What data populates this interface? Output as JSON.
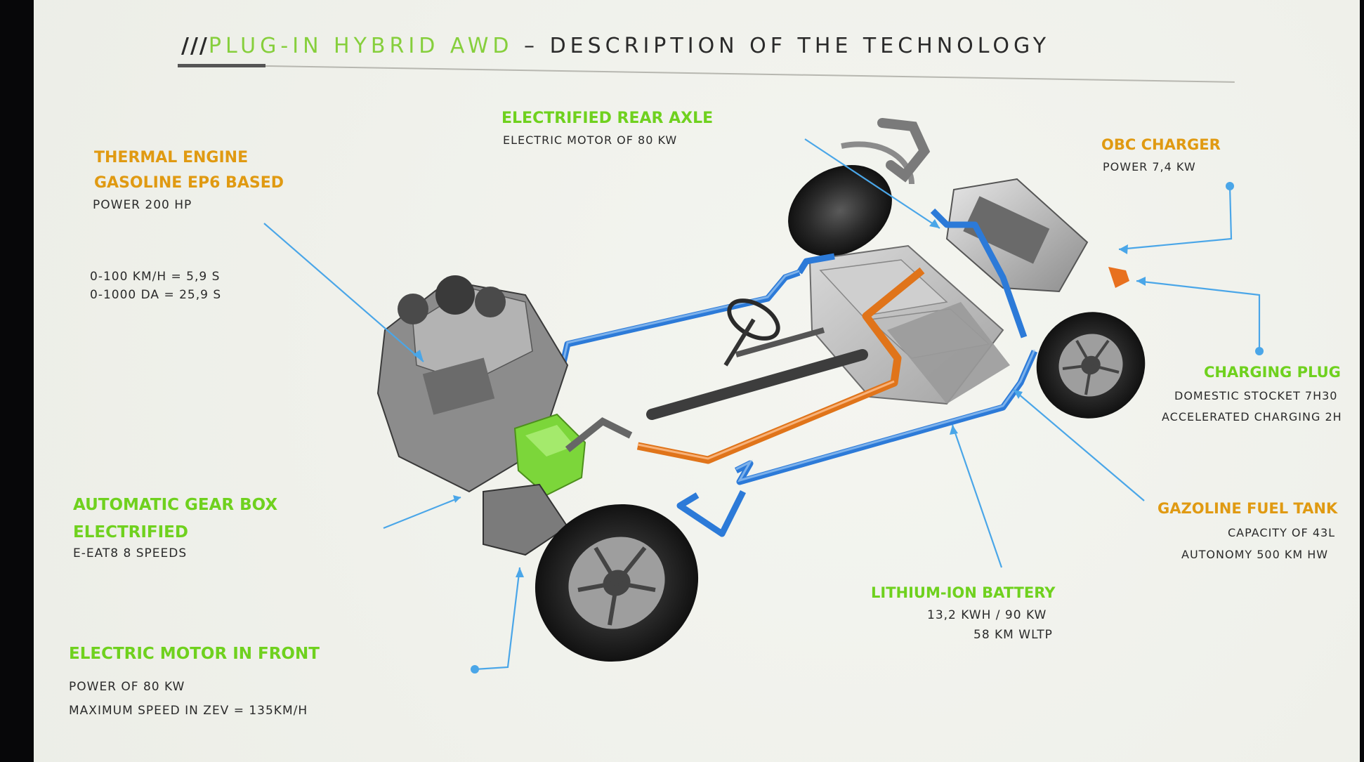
{
  "title": {
    "slashes": "///",
    "green_part": "PLUG-IN HYBRID AWD",
    "separator": " – ",
    "dark_part": "DESCRIPTION OF THE TECHNOLOGY"
  },
  "colors": {
    "green": "#6fd11e",
    "orange": "#e09a12",
    "callout_line": "#4aa6e8",
    "cooling_pipe": "#2c7ad8",
    "hv_cable": "#e0741a",
    "gearbox_green": "#7cd63a"
  },
  "labels": {
    "thermal_engine": {
      "title_line1": "THERMAL ENGINE",
      "title_line2": "GASOLINE EP6 BASED",
      "power": "POWER 200 HP",
      "accel1": "0-100 KM/H = 5,9 S",
      "accel2": "0-1000 DA = 25,9 S"
    },
    "rear_axle": {
      "title": "ELECTRIFIED REAR AXLE",
      "detail": "ELECTRIC MOTOR OF 80 KW"
    },
    "obc_charger": {
      "title": "OBC CHARGER",
      "detail": "POWER 7,4 KW"
    },
    "charging_plug": {
      "title": "CHARGING PLUG",
      "detail1": "DOMESTIC STOCKET  7H30",
      "detail2": "ACCELERATED CHARGING 2H"
    },
    "fuel_tank": {
      "title": "GAZOLINE FUEL TANK",
      "detail1": "CAPACITY OF 43L",
      "detail2": "AUTONOMY  500 KM HW"
    },
    "battery": {
      "title": "LITHIUM-ION BATTERY",
      "detail1": "13,2 KWH / 90 KW",
      "detail2": "58 KM WLTP"
    },
    "gearbox": {
      "title_line1": "AUTOMATIC GEAR BOX",
      "title_line2": "ELECTRIFIED",
      "detail": "E-EAT8 8 SPEEDS"
    },
    "front_motor": {
      "title": "ELECTRIC MOTOR IN FRONT",
      "detail1": "POWER OF 80 KW",
      "detail2": "MAXIMUM SPEED IN ZEV = 135KM/H"
    }
  }
}
